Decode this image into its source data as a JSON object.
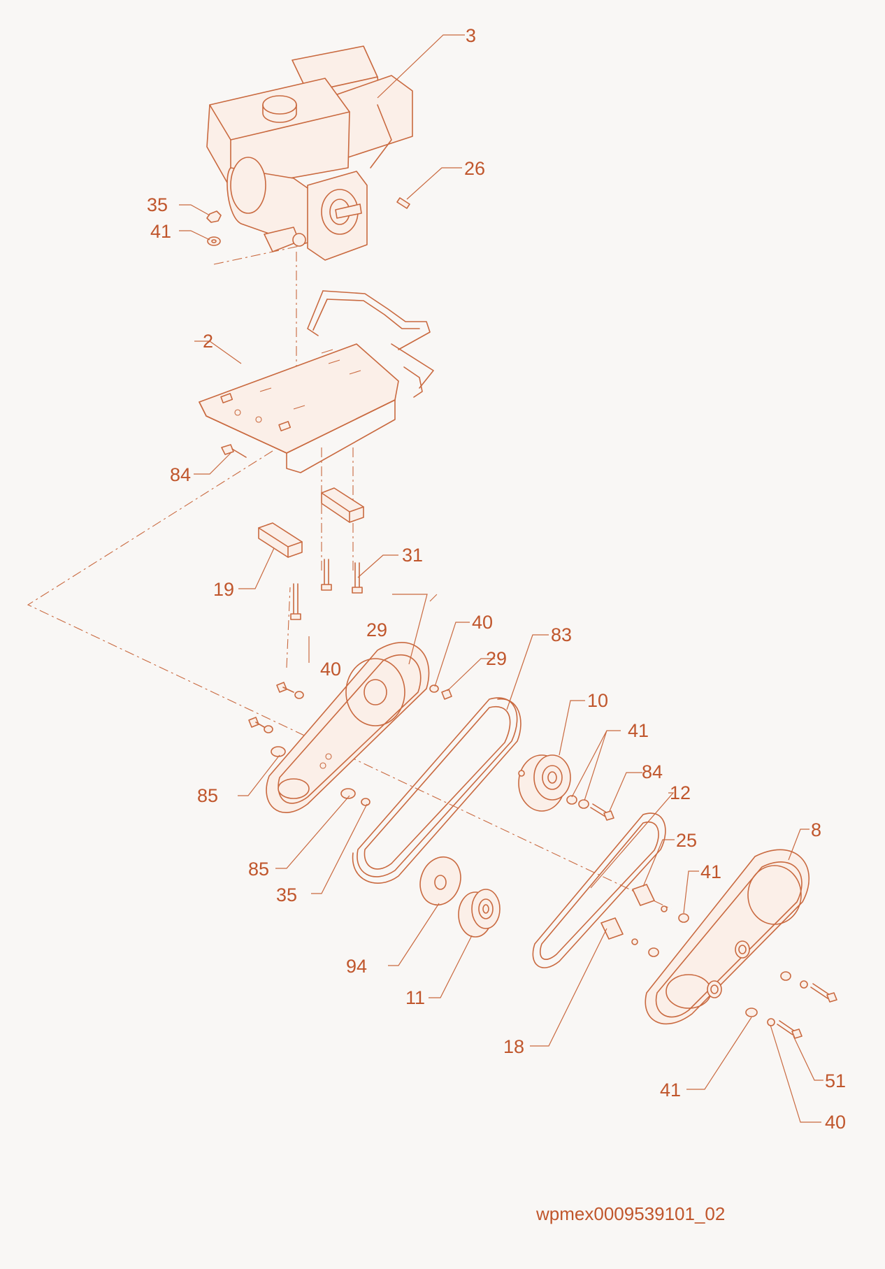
{
  "diagram": {
    "callouts": [
      "3",
      "26",
      "35",
      "41",
      "2",
      "84",
      "31",
      "19",
      "29",
      "40",
      "40",
      "29",
      "83",
      "10",
      "41",
      "84",
      "12",
      "85",
      "85",
      "35",
      "25",
      "41",
      "8",
      "94",
      "11",
      "18",
      "51",
      "41",
      "40"
    ],
    "drawing_id": "wpmex0009539101_02"
  }
}
